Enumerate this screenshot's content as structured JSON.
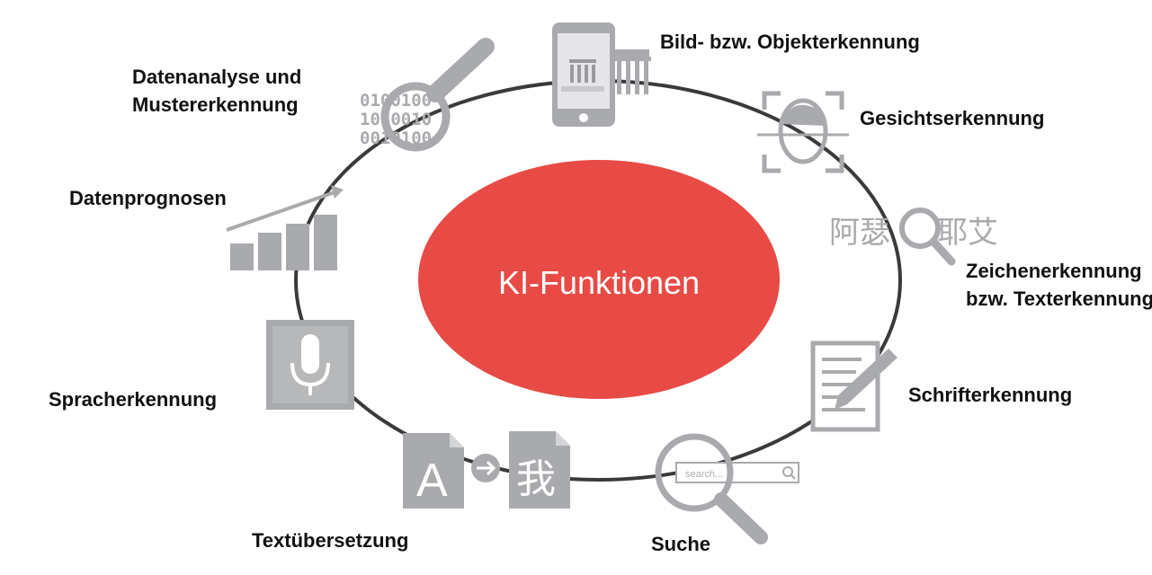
{
  "center": {
    "title": "KI-Funktionen",
    "color": "#e84a45"
  },
  "ring_color": "#3a3a3a",
  "icon_color": "#a9aaad",
  "functions": [
    {
      "id": "bilderkennung",
      "label": "Bild- bzw. Objekterkennung",
      "icon": "smartphone-brandenburg-gate-icon"
    },
    {
      "id": "gesichtserkennung",
      "label": "Gesichtserkennung",
      "icon": "face-scan-icon"
    },
    {
      "id": "zeichenerkennung",
      "label_line1": "Zeichenerkennung",
      "label_line2": "bzw. Texterkennung",
      "icon": "character-search-icon",
      "icon_text": "阿瑟  耶艾"
    },
    {
      "id": "schrifterkennung",
      "label": "Schrifterkennung",
      "icon": "document-pen-icon"
    },
    {
      "id": "suche",
      "label": "Suche",
      "icon": "search-bar-magnifier-icon",
      "icon_text": "search..."
    },
    {
      "id": "textuebersetzung",
      "label": "Textübersetzung",
      "icon": "translate-icon",
      "icon_text_left": "A",
      "icon_text_right": "我"
    },
    {
      "id": "spracherkennung",
      "label": "Spracherkennung",
      "icon": "microphone-icon"
    },
    {
      "id": "datenprognosen",
      "label": "Datenprognosen",
      "icon": "bar-chart-trend-icon"
    },
    {
      "id": "datenanalyse",
      "label_line1": "Datenanalyse und",
      "label_line2": "Mustererkennung",
      "icon": "binary-magnifier-icon",
      "icon_text": "0100"
    }
  ]
}
